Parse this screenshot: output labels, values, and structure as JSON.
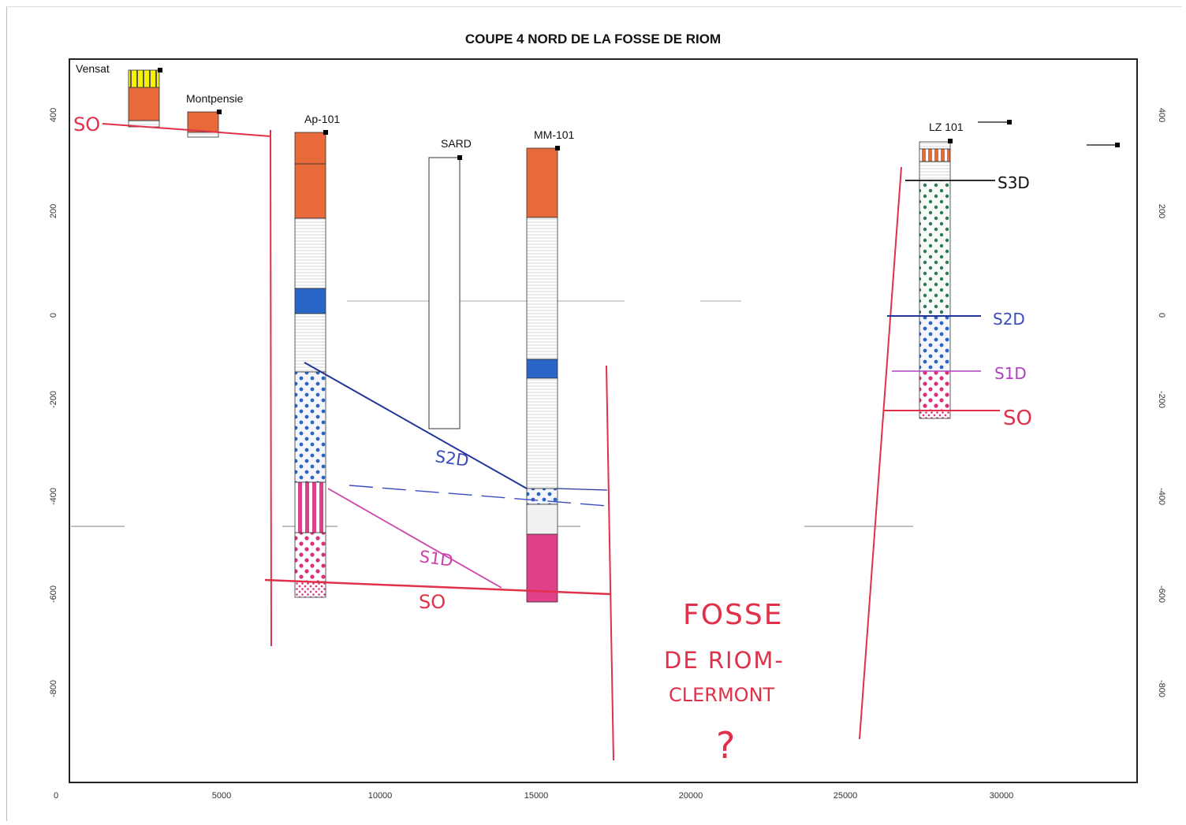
{
  "title": "COUPE 4  NORD DE LA FOSSE DE RIOM",
  "x_axis": {
    "ticks": [
      "0",
      "5000",
      "10000",
      "15000",
      "20000",
      "25000",
      "30000"
    ]
  },
  "y_axis": {
    "ticks": [
      "400",
      "200",
      "0",
      "-200",
      "-400",
      "-600",
      "-800"
    ]
  },
  "wells": {
    "vensat": "Vensat",
    "montpensier": "Montpensie",
    "ap101": "Ap-101",
    "sard": "SARD",
    "mm101": "MM-101",
    "lz101": "LZ 101"
  },
  "annotations": {
    "so_left": "SO",
    "s2d_mid": "S2D",
    "s1d_mid": "S1D",
    "so_mid": "SO",
    "s3d_right": "S3D",
    "s2d_right": "S2D",
    "s1d_right": "S1D",
    "so_right": "SO",
    "fosse_1": "FOSSE",
    "fosse_2": "DE RIOM-",
    "fosse_3": "CLERMONT",
    "question": "?"
  },
  "colors": {
    "orange": "#e8693a",
    "blue": "#2a66c8",
    "magenta": "#e0408a",
    "red_pen": "#e0304a",
    "navy_pen": "#22349a",
    "pink_pen": "#cc44aa",
    "yellow": "#f7f200",
    "green_dots": "#2d7a4e"
  }
}
